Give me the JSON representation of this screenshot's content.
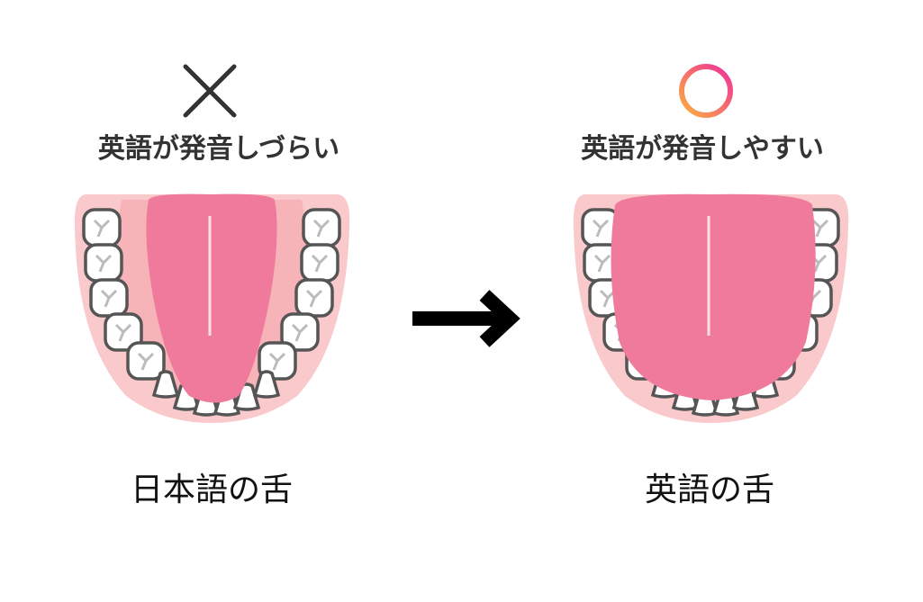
{
  "left": {
    "mark_icon": "cross-icon",
    "heading": "英語が発音しづらい",
    "label": "日本語の舌"
  },
  "right": {
    "mark_icon": "circle-icon",
    "heading": "英語が発音しやすい",
    "label": "英語の舌"
  },
  "arrow_icon": "arrow-right-icon",
  "colors": {
    "gum": "#f9c9cc",
    "gum_inner": "#f6b3b8",
    "tongue": "#f07a9c",
    "tooth_outline": "#555555",
    "cross": "#333333",
    "circle_start": "#fbb040",
    "circle_end": "#f0309a"
  }
}
